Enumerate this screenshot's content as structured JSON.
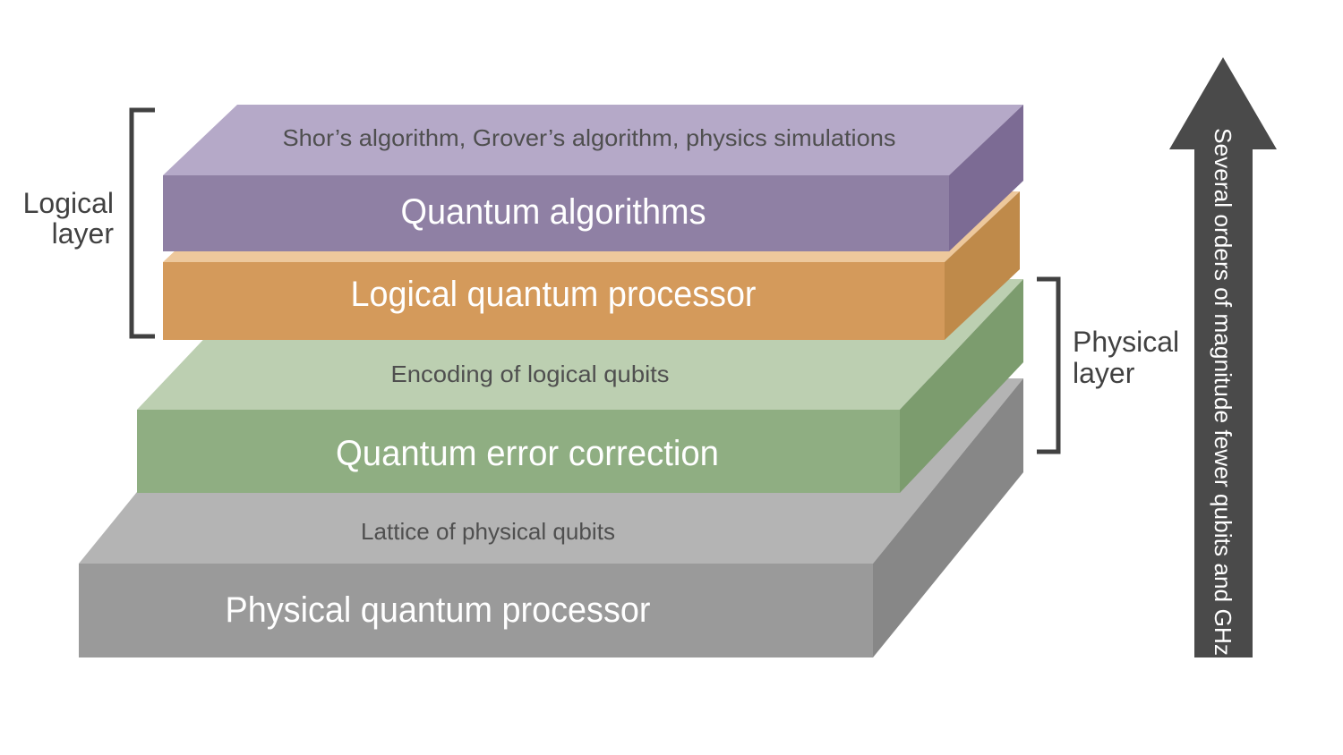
{
  "diagram": {
    "background": "#ffffff",
    "stack": {
      "layers": [
        {
          "name": "quantum-algorithms",
          "surface_label": "Shor’s algorithm, Grover’s algorithm, physics simulations",
          "front_label": "Quantum algorithms",
          "color": {
            "top": "#b5a9c8",
            "front": "#8f80a4",
            "side": "#7c6b94"
          }
        },
        {
          "name": "logical-quantum-processor",
          "front_label": "Logical quantum processor",
          "color": {
            "top": "#edc89c",
            "front": "#d49a5b",
            "side": "#bf8a4a"
          }
        },
        {
          "name": "quantum-error-correction",
          "surface_label": "Encoding of logical qubits",
          "front_label": "Quantum error correction",
          "color": {
            "top": "#bccfb1",
            "front": "#8fae82",
            "side": "#7c9c6e"
          }
        },
        {
          "name": "physical-quantum-processor",
          "surface_label": "Lattice of physical qubits",
          "front_label": "Physical quantum processor",
          "color": {
            "top": "#b4b4b4",
            "front": "#9a9a9a",
            "side": "#878787"
          }
        }
      ]
    },
    "brackets": {
      "color": "#414141",
      "logical": {
        "line1": "Logical",
        "line2": "layer"
      },
      "physical": {
        "line1": "Physical",
        "line2": "layer"
      }
    },
    "arrow": {
      "label": "Several orders of magnitude fewer qubits and GHz",
      "color": "#4a4a4a",
      "label_color": "#ffffff"
    },
    "text_colors": {
      "surface_label": "#4f4f4f",
      "front_label": "#ffffff"
    }
  }
}
